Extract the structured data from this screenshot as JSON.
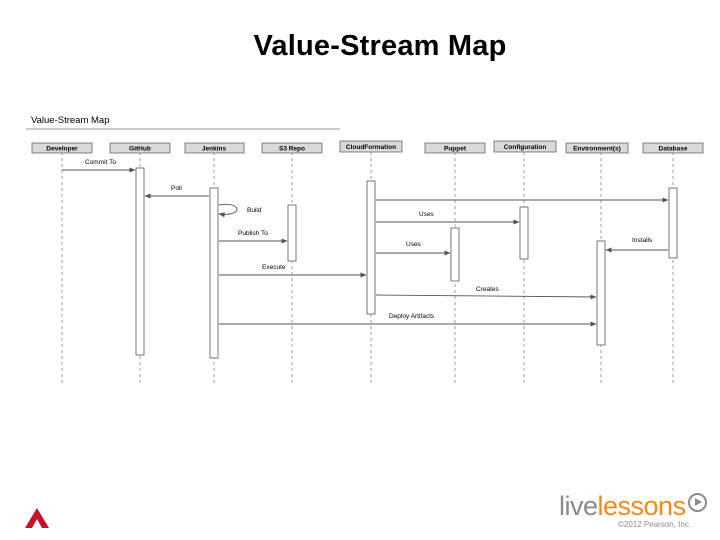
{
  "slide": {
    "title": "Value-Stream Map"
  },
  "diagram": {
    "title": "Value-Stream Map",
    "participants": [
      "Developer",
      "GitHub",
      "Jenkins",
      "S3 Repo",
      "CloudFormation",
      "Puppet",
      "Configuration",
      "Environment(s)",
      "Database"
    ],
    "messages": [
      {
        "from": "Developer",
        "to": "GitHub",
        "label": "Commit To"
      },
      {
        "from": "Jenkins",
        "to": "GitHub",
        "label": "Poll"
      },
      {
        "from": "Jenkins",
        "to": "Jenkins",
        "label": "Build"
      },
      {
        "from": "Jenkins",
        "to": "S3 Repo",
        "label": "Publish To"
      },
      {
        "from": "CloudFormation",
        "to": "Database",
        "label": ""
      },
      {
        "from": "CloudFormation",
        "to": "Configuration",
        "label": "Uses"
      },
      {
        "from": "CloudFormation",
        "to": "Puppet",
        "label": "Uses"
      },
      {
        "from": "Database",
        "to": "Environment(s)",
        "label": "Installs"
      },
      {
        "from": "Jenkins",
        "to": "CloudFormation",
        "label": "Execute"
      },
      {
        "from": "CloudFormation",
        "to": "Environment(s)",
        "label": "Creates"
      },
      {
        "from": "Jenkins",
        "to": "Environment(s)",
        "label": "Deploy Artifacts"
      }
    ]
  },
  "footer": {
    "brand_part1": "live",
    "brand_part2": "lessons",
    "copyright": "©2012 Pearson, Inc.",
    "brand_icon": "play-circle-icon",
    "logo_icon": "pearson-triangle-logo"
  },
  "colors": {
    "header_fill": "#d9d9d9",
    "line": "#555555",
    "brand_gray": "#8a8a8a",
    "brand_orange": "#f08a1c",
    "logo_red": "#c8102e"
  }
}
